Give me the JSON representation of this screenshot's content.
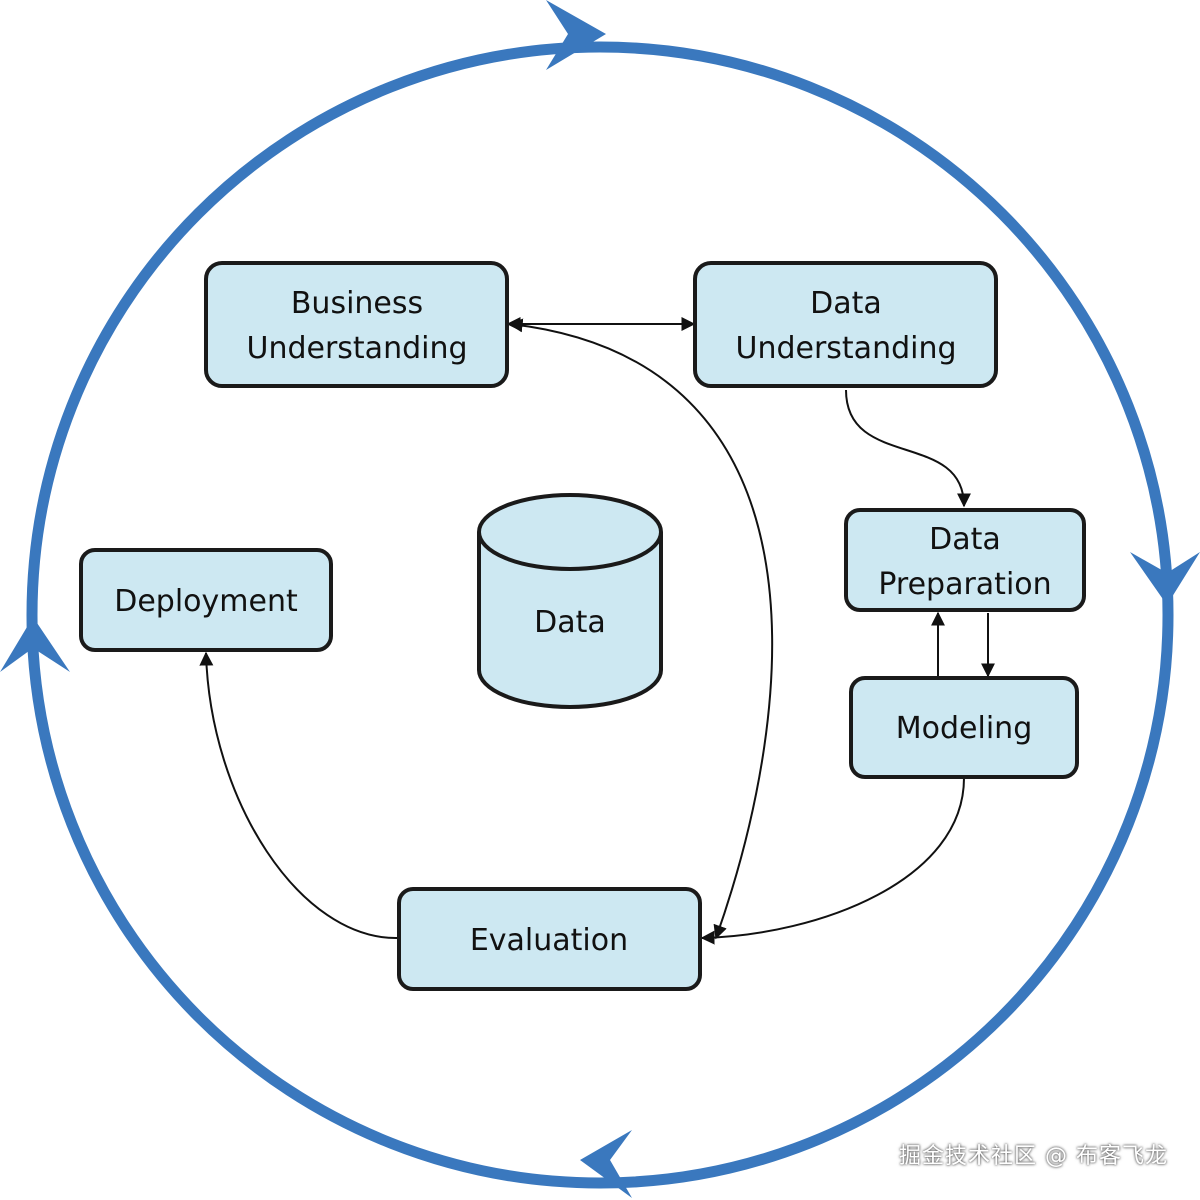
{
  "nodes": {
    "business_understanding": [
      "Business",
      "Understanding"
    ],
    "data_understanding": [
      "Data",
      "Understanding"
    ],
    "data_preparation": [
      "Data",
      "Preparation"
    ],
    "modeling": [
      "Modeling"
    ],
    "evaluation": [
      "Evaluation"
    ],
    "deployment": [
      "Deployment"
    ],
    "data_store": [
      "Data"
    ]
  },
  "watermark": "掘金技术社区 @ 布客飞龙",
  "colors": {
    "cycle_ring": "#3a78be",
    "node_fill": "#cde8f2",
    "node_stroke": "#1a1a1a",
    "edge": "#111111"
  }
}
